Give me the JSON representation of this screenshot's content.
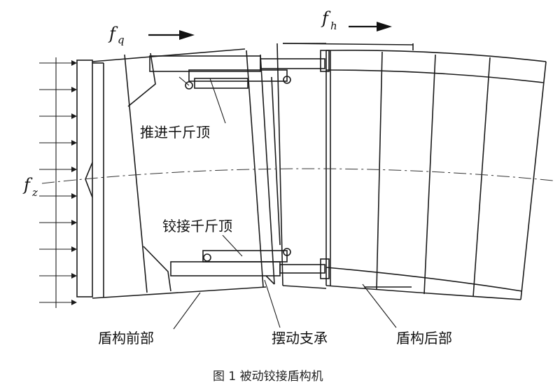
{
  "labels": {
    "thrust_jack": "推进千斤顶",
    "hinge_jack": "铰接千斤顶",
    "front_shield": "盾构前部",
    "swing_bearing": "摆动支承",
    "rear_shield": "盾构后部"
  },
  "forces": {
    "fq_main": "f",
    "fq_sub": "q",
    "fh_main": "f",
    "fh_sub": "h",
    "fz_main": "f",
    "fz_sub": "z"
  },
  "caption": "图 1  被动铰接盾构机",
  "colors": {
    "line": "#1a1a1a",
    "text": "#111111",
    "background": "#ffffff"
  }
}
